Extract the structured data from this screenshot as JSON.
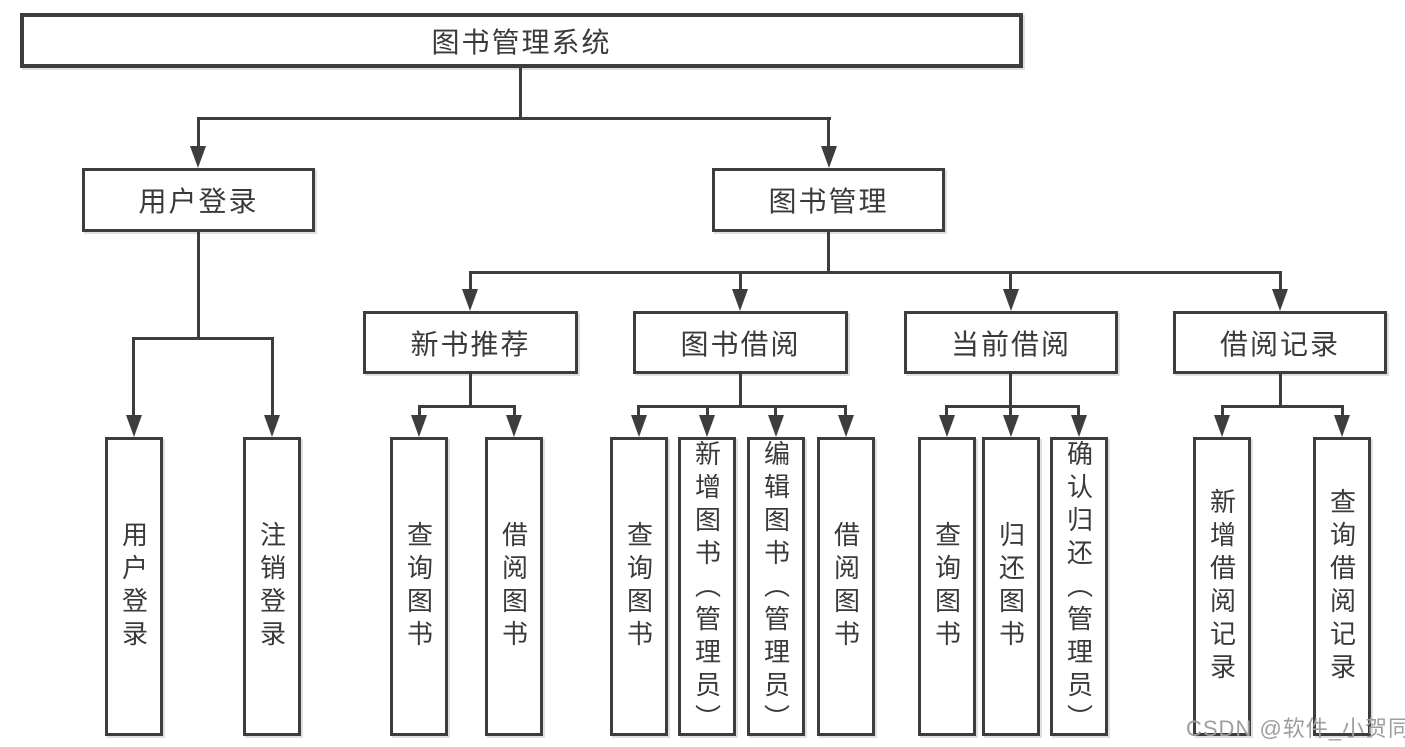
{
  "title": "图书管理系统",
  "tree": {
    "label": "图书管理系统",
    "children": [
      {
        "label": "用户登录",
        "children": [
          {
            "label": "用户登录"
          },
          {
            "label": "注销登录"
          }
        ]
      },
      {
        "label": "图书管理",
        "children": [
          {
            "label": "新书推荐",
            "children": [
              {
                "label": "查询图书"
              },
              {
                "label": "借阅图书"
              }
            ]
          },
          {
            "label": "图书借阅",
            "children": [
              {
                "label": "查询图书"
              },
              {
                "label": "新增图书（管理员）"
              },
              {
                "label": "编辑图书（管理员）"
              },
              {
                "label": "借阅图书"
              }
            ]
          },
          {
            "label": "当前借阅",
            "children": [
              {
                "label": "查询图书"
              },
              {
                "label": "归还图书"
              },
              {
                "label": "确认归还（管理员）"
              }
            ]
          },
          {
            "label": "借阅记录",
            "children": [
              {
                "label": "新增借阅记录"
              },
              {
                "label": "查询借阅记录"
              }
            ]
          }
        ]
      }
    ]
  },
  "watermark": "CSDN @软件_小贺同学",
  "colors": {
    "line": "#3d3d3d",
    "box_border": "#3d3d3d",
    "text": "#3a3a3a",
    "watermark": "#9e9e9e",
    "background": "#ffffff"
  }
}
